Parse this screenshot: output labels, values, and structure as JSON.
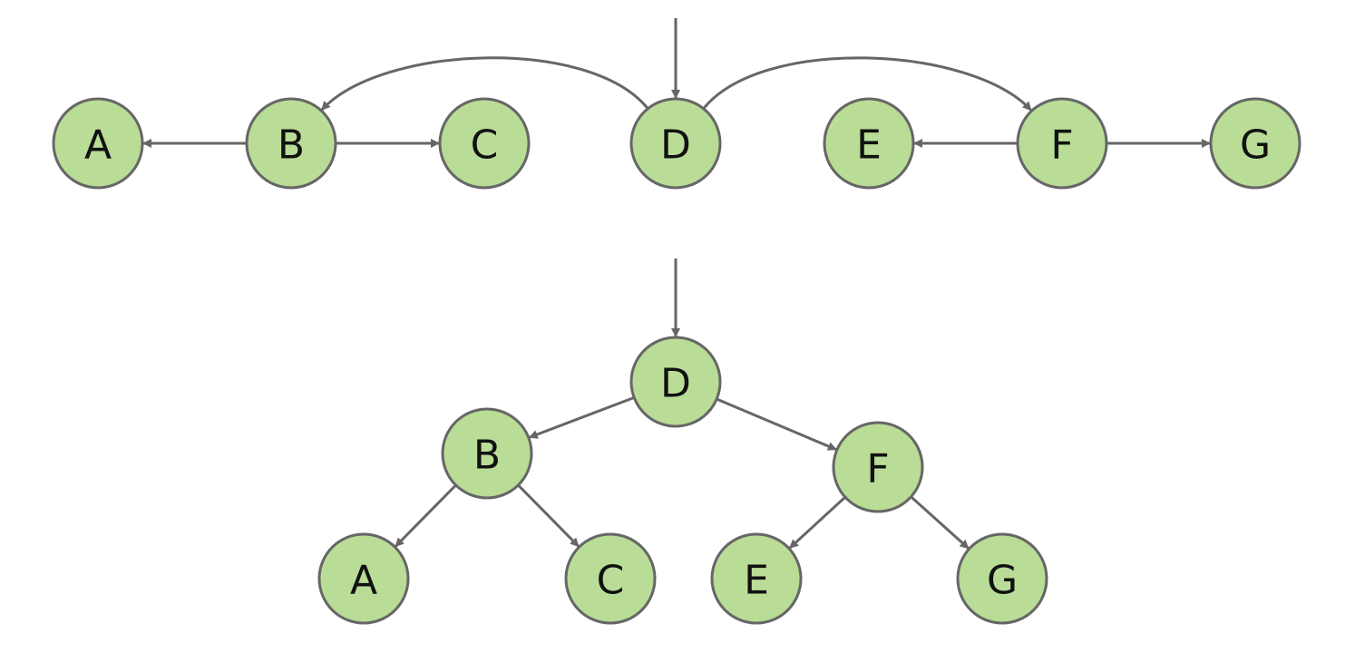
{
  "colors": {
    "node_fill": "#b9dd96",
    "node_stroke": "#666666",
    "edge": "#666666",
    "label": "#111111",
    "background": "#ffffff"
  },
  "list_view": {
    "nodes": [
      {
        "id": "A",
        "label": "A"
      },
      {
        "id": "B",
        "label": "B"
      },
      {
        "id": "C",
        "label": "C"
      },
      {
        "id": "D",
        "label": "D"
      },
      {
        "id": "E",
        "label": "E"
      },
      {
        "id": "F",
        "label": "F"
      },
      {
        "id": "G",
        "label": "G"
      }
    ],
    "root": "D",
    "edges": [
      {
        "from": "B",
        "to": "A"
      },
      {
        "from": "B",
        "to": "C"
      },
      {
        "from": "D",
        "to": "B"
      },
      {
        "from": "D",
        "to": "F"
      },
      {
        "from": "F",
        "to": "E"
      },
      {
        "from": "F",
        "to": "G"
      }
    ]
  },
  "tree_view": {
    "nodes": [
      {
        "id": "D",
        "label": "D"
      },
      {
        "id": "B",
        "label": "B"
      },
      {
        "id": "F",
        "label": "F"
      },
      {
        "id": "A",
        "label": "A"
      },
      {
        "id": "C",
        "label": "C"
      },
      {
        "id": "E",
        "label": "E"
      },
      {
        "id": "G",
        "label": "G"
      }
    ],
    "root": "D",
    "edges": [
      {
        "from": "D",
        "to": "B"
      },
      {
        "from": "D",
        "to": "F"
      },
      {
        "from": "B",
        "to": "A"
      },
      {
        "from": "B",
        "to": "C"
      },
      {
        "from": "F",
        "to": "E"
      },
      {
        "from": "F",
        "to": "G"
      }
    ]
  }
}
